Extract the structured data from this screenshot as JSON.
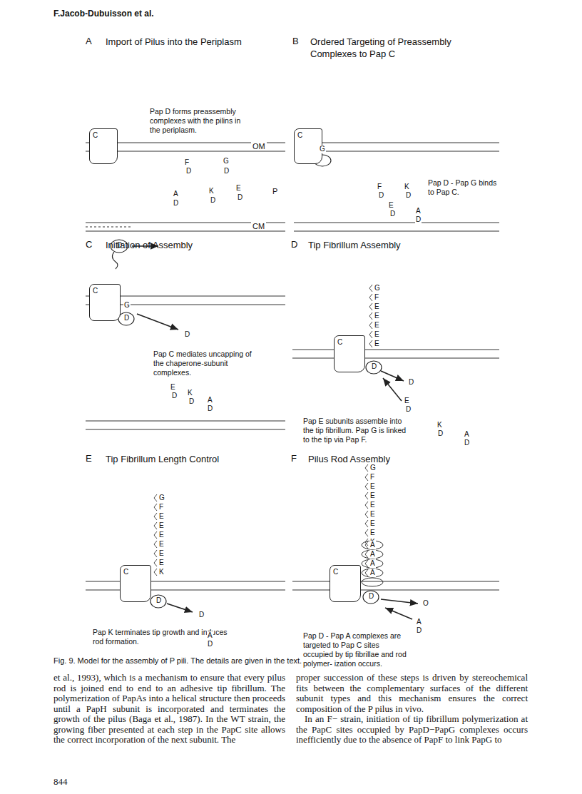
{
  "diagram": {
    "caption": "Fig. 9. Model for the assembly of P pili. The details are given in the text.",
    "nodes": [
      {
        "text": [
          "C"
        ]
      },
      {
        "text": [
          "C"
        ]
      },
      {
        "text": [
          "C"
        ]
      },
      {
        "text": [
          "C"
        ]
      },
      {
        "text": [
          "C"
        ]
      },
      {
        "text": [
          "C"
        ]
      }
    ],
    "labels": [
      "F.Jacob-Dubuisson et al.",
      "A",
      "Import of Pilus into the Periplasm",
      "Pap D forms preassembly complexes with the pilins in the periplasm.",
      "OM",
      "P",
      "CM",
      "F",
      "D",
      "G",
      "D",
      "K",
      "D",
      "E",
      "D",
      "A",
      "D",
      "D",
      "B",
      "Ordered Targeting of Preassembly Complexes to Pap C",
      "G",
      "Pap D - Pap G binds to Pap C.",
      "F",
      "D",
      "K",
      "D",
      "E",
      "D",
      "A",
      "D",
      "C",
      "Initiation of Assembly",
      "G",
      "D",
      "D",
      "Pap C mediates uncapping of the chaperone-subunit complexes.",
      "E",
      "D",
      "K",
      "D",
      "A",
      "D",
      "D",
      "Tip Fibrillum Assembly",
      "G",
      "F",
      "E",
      "E",
      "E",
      "E",
      "E",
      "D",
      "D",
      "E",
      "D",
      "Pap E subunits assemble into the tip fibrillum. Pap G is linked to the tip via Pap F.",
      "K",
      "D",
      "A",
      "D",
      "E",
      "Tip Fibrillum Length Control",
      "G",
      "F",
      "E",
      "E",
      "E",
      "E",
      "E",
      "E",
      "K",
      "D",
      "D",
      "Pap K terminates tip growth and induces rod formation.",
      "A",
      "D",
      "F",
      "Pilus Rod Assembly",
      "G",
      "F",
      "E",
      "E",
      "E",
      "E",
      "E",
      "E",
      "K",
      "A",
      "A",
      "A",
      "A",
      "D",
      "O",
      "A",
      "D",
      "Pap D - Pap A complexes are targeted to Pap C sites occupied by tip fibrillae and rod polymer- ization occurs.",
      "et al., 1993), which is a mechanism to ensure that every pilus rod is joined end to end to an adhesive tip fibrillum. The polymerization of PapAs into a helical structure then proceeds until a PapH subunit is incorporated and terminates the growth of the pilus (Baga et al., 1987). In the WT strain, the growing fiber presented at each step in the PapC site allows the correct incorporation of the next subunit. The",
      "proper succession of these steps is driven by stereochemical fits between the complementary surfaces of the different subunit types and this mechanism ensures the correct composition of the P pilus in vivo.",
      "In an F− strain, initiation of tip fibrillum polymerization at the PapC sites occupied by PapD−PapG complexes occurs inefficiently due to the absence of PapF to link PapG to",
      "844"
    ]
  }
}
